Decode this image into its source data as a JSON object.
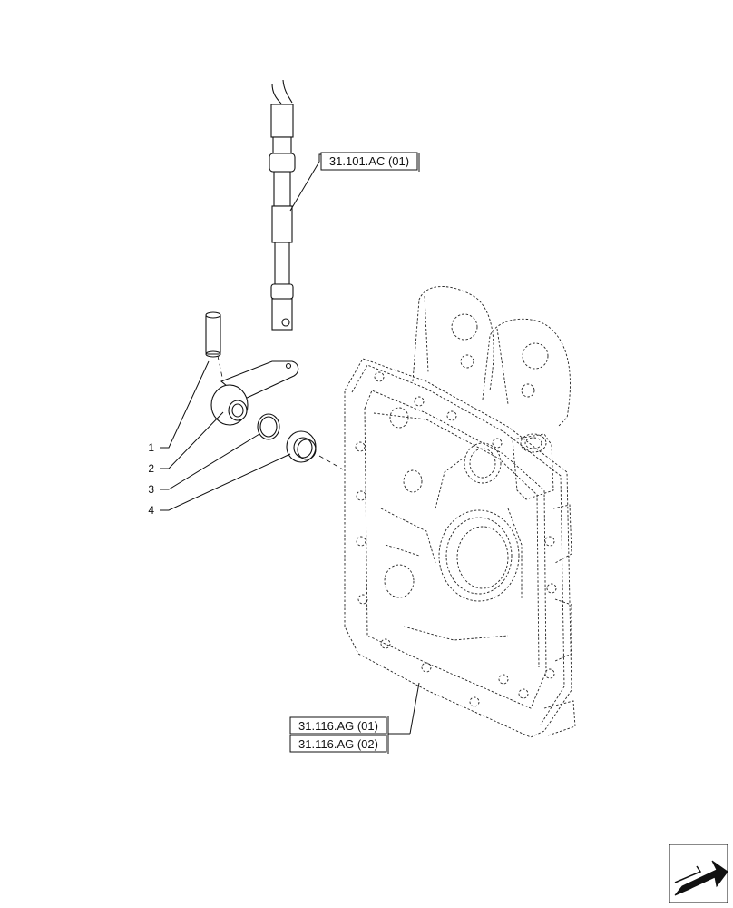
{
  "references": {
    "ref_31_101_ac_01": "31.101.AC (01)",
    "ref_31_116_ag_01": "31.116.AG (01)",
    "ref_31_116_ag_02": "31.116.AG (02)"
  },
  "callouts": [
    "1",
    "2",
    "3",
    "4"
  ]
}
